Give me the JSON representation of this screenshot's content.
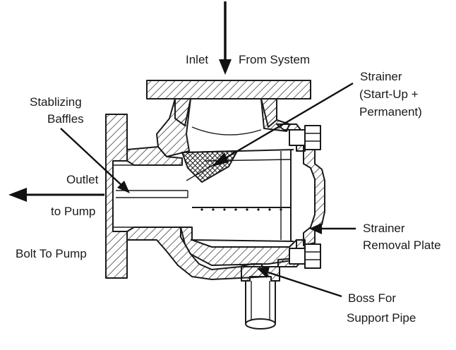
{
  "labels": {
    "inlet": "Inlet",
    "from_system": "From System",
    "strainer_line1": "Strainer",
    "strainer_line2": "(Start-Up +",
    "strainer_line3": "Permanent)",
    "baffles_line1": "Stablizing",
    "baffles_line2": "Baffles",
    "outlet": "Outlet",
    "to_pump": "to Pump",
    "bolt_to_pump": "Bolt To Pump",
    "removal_plate_line1": "Strainer",
    "removal_plate_line2": "Removal Plate",
    "boss_line1": "Boss For",
    "boss_line2": "Support Pipe"
  }
}
